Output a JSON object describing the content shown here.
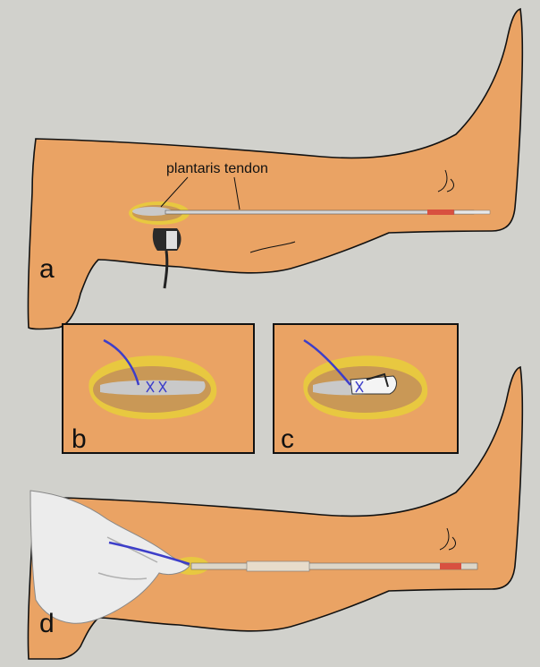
{
  "figure": {
    "callout_label": "plantaris tendon",
    "panels": {
      "a": "a",
      "b": "b",
      "c": "c",
      "d": "d"
    }
  },
  "colors": {
    "background": "#d1d1cc",
    "skin": "#eaa364",
    "incision_halo": "#e8c840",
    "wound": "#c99856",
    "tendon": "#c9c9c9",
    "suture": "#3d3ec9",
    "stripper_tip": "#d85040",
    "outline": "#111111"
  },
  "icons": [
    "ultrasound-probe-icon",
    "gloved-hand-icon",
    "tendon-stripper-icon",
    "suture-icon"
  ]
}
